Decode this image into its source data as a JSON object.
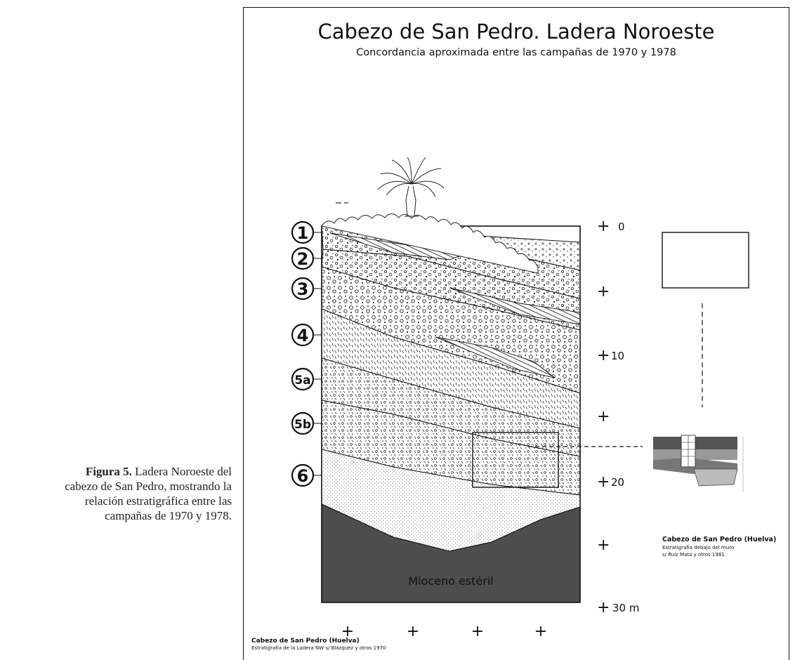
{
  "figure": {
    "title": "Cabezo de San Pedro. Ladera Noroeste",
    "subtitle": "Concordancia aproximada entre las campañas de 1970 y 1978",
    "caption_label": "Figura 5.",
    "caption_text": "Ladera Noroeste del cabezo de San Pedro, mostrando la relación estratigráfica entre las campañas de 1970 y 1978."
  },
  "layers": [
    "1",
    "2",
    "3",
    "4",
    "5a",
    "5b",
    "6"
  ],
  "base_layer_label": "Mioceno estéril",
  "depth_scale": {
    "label_0": "0",
    "label_10": "10",
    "label_20": "20",
    "label_30": "30 m"
  },
  "inset": {
    "title": "Cabezo de San Pedro (Huelva)",
    "line1": "Estratigrafía debajo del muro",
    "line2": "s/ Ruiz Mata y otros 1981"
  },
  "main_credit": {
    "title": "Cabezo de San Pedro (Huelva)",
    "line1": "Estratigrafía de la Ladera NW s/ Blázquez y otros 1970"
  },
  "colors": {
    "ink": "#111111",
    "miocene": "#4d4d4d",
    "paper": "#ffffff"
  }
}
